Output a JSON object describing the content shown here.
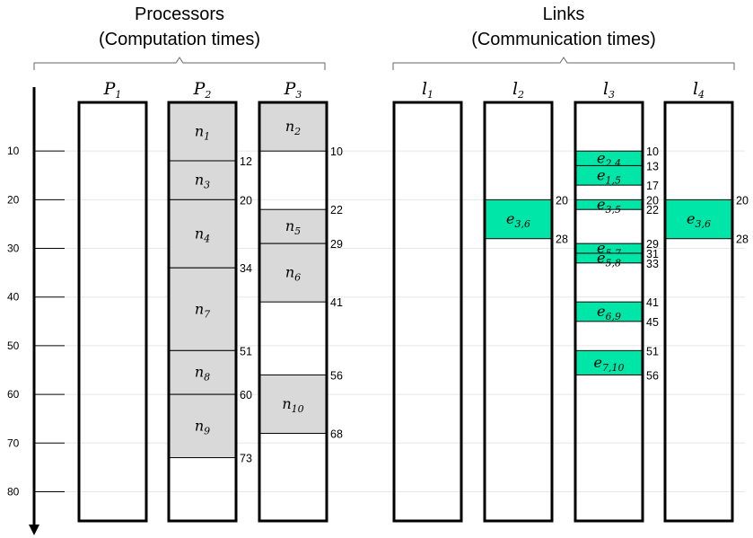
{
  "headers": {
    "processors_line1": "Processors",
    "processors_line2": "(Computation times)",
    "links_line1": "Links",
    "links_line2": "(Communication times)"
  },
  "axis": {
    "ticks": [
      10,
      20,
      30,
      40,
      50,
      60,
      70,
      80
    ],
    "range": [
      0,
      86
    ]
  },
  "colors": {
    "task_fill": "#d9d9d9",
    "comm_fill": "#00e6a8",
    "border": "#000000",
    "gridline": "#e6e6e6"
  },
  "processors": [
    {
      "name": "P",
      "sub": "1",
      "tasks": []
    },
    {
      "name": "P",
      "sub": "2",
      "tasks": [
        {
          "label": "n",
          "sub": "1",
          "start": 0,
          "end": 12
        },
        {
          "label": "n",
          "sub": "3",
          "start": 12,
          "end": 20
        },
        {
          "label": "n",
          "sub": "4",
          "start": 20,
          "end": 34
        },
        {
          "label": "n",
          "sub": "7",
          "start": 34,
          "end": 51
        },
        {
          "label": "n",
          "sub": "8",
          "start": 51,
          "end": 60
        },
        {
          "label": "n",
          "sub": "9",
          "start": 60,
          "end": 73
        }
      ],
      "marks": [
        "12",
        "20",
        "34",
        "51",
        "60",
        "73"
      ]
    },
    {
      "name": "P",
      "sub": "3",
      "tasks": [
        {
          "label": "n",
          "sub": "2",
          "start": 0,
          "end": 10
        },
        {
          "label": "n",
          "sub": "5",
          "start": 22,
          "end": 29
        },
        {
          "label": "n",
          "sub": "6",
          "start": 29,
          "end": 41
        },
        {
          "label": "n",
          "sub": "10",
          "start": 56,
          "end": 68
        }
      ],
      "marks": [
        "10",
        "22",
        "29",
        "41",
        "56",
        "68"
      ]
    }
  ],
  "links": [
    {
      "name": "l",
      "sub": "1",
      "comms": []
    },
    {
      "name": "l",
      "sub": "2",
      "comms": [
        {
          "label": "e",
          "sub": "3,6",
          "start": 20,
          "end": 28
        }
      ],
      "marks": [
        "20",
        "28"
      ]
    },
    {
      "name": "l",
      "sub": "3",
      "comms": [
        {
          "label": "e",
          "sub": "2,4",
          "start": 10,
          "end": 13
        },
        {
          "label": "e",
          "sub": "1,5",
          "start": 13,
          "end": 17
        },
        {
          "label": "e",
          "sub": "3,5",
          "start": 20,
          "end": 22
        },
        {
          "label": "e",
          "sub": "5,7",
          "start": 29,
          "end": 31
        },
        {
          "label": "e",
          "sub": "5,8",
          "start": 31,
          "end": 33
        },
        {
          "label": "e",
          "sub": "6,9",
          "start": 41,
          "end": 45
        },
        {
          "label": "e",
          "sub": "7,10",
          "start": 51,
          "end": 56
        }
      ],
      "marks": [
        "10",
        "13",
        "17",
        "20",
        "22",
        "29",
        "31",
        "33",
        "41",
        "45",
        "51",
        "56"
      ]
    },
    {
      "name": "l",
      "sub": "4",
      "comms": [
        {
          "label": "e",
          "sub": "3,6",
          "start": 20,
          "end": 28
        }
      ],
      "marks": [
        "20",
        "28"
      ]
    }
  ]
}
